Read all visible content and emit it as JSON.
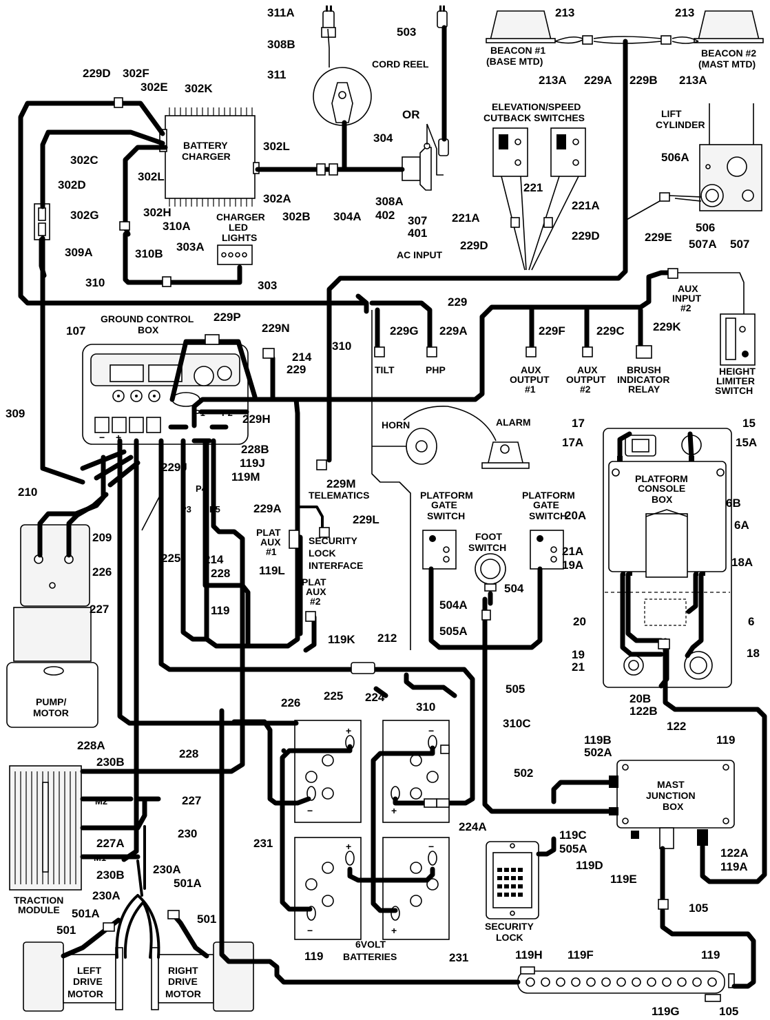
{
  "labels": {
    "l_311A": "311A",
    "l_503": "503",
    "l_308B": "308B",
    "l_311": "311",
    "l_cordreel": "CORD REEL",
    "l_or": "OR",
    "l_304": "304",
    "l_302A": "302A",
    "l_302B": "302B",
    "l_304A": "304A",
    "l_308A": "308A",
    "l_402": "402",
    "l_307": "307",
    "l_401": "401",
    "l_acinput": "AC INPUT",
    "l_213a": "213",
    "l_213b": "213",
    "l_beacon1": "BEACON #1",
    "l_beacon1b": "(BASE MTD)",
    "l_beacon2": "BEACON #2",
    "l_beacon2b": "(MAST MTD)",
    "l_213A_1": "213A",
    "l_229A_top": "229A",
    "l_229B": "229B",
    "l_213A_2": "213A",
    "l_elev1": "ELEVATION/SPEED",
    "l_elev2": "CUTBACK SWITCHES",
    "l_lift1": "LIFT",
    "l_lift2": "CYLINDER",
    "l_506A": "506A",
    "l_506": "506",
    "l_221": "221",
    "l_221A_l": "221A",
    "l_221A_r": "221A",
    "l_229D_l": "229D",
    "l_229D_r": "229D",
    "l_229E": "229E",
    "l_507A": "507A",
    "l_507": "507",
    "l_auxin1": "AUX",
    "l_auxin2": "INPUT",
    "l_auxin3": "#2",
    "l_229D_top": "229D",
    "l_302F": "302F",
    "l_302E": "302E",
    "l_302K": "302K",
    "l_302C": "302C",
    "l_302D": "302D",
    "l_302G": "302G",
    "l_302L_r": "302L",
    "l_302L_l": "302L",
    "l_batt1": "BATTERY",
    "l_batt2": "CHARGER",
    "l_309A": "309A",
    "l_302H": "302H",
    "l_310A": "310A",
    "l_310B": "310B",
    "l_303A": "303A",
    "l_310": "310",
    "l_303": "303",
    "l_chg1": "CHARGER",
    "l_chg2": "LED",
    "l_chg3": "LIGHTS",
    "l_229": "229",
    "l_107": "107",
    "l_gcb1": "GROUND CONTROL",
    "l_gcb2": "BOX",
    "l_229P": "229P",
    "l_229N": "229N",
    "l_214": "214",
    "l_229b": "229",
    "l_310b": "310",
    "l_229G": "229G",
    "l_229A": "229A",
    "l_tilt": "TILT",
    "l_php": "PHP",
    "l_229F": "229F",
    "l_229C": "229C",
    "l_229K": "229K",
    "l_aux1a": "AUX",
    "l_aux1b": "OUTPUT",
    "l_aux1c": "#1",
    "l_aux2a": "AUX",
    "l_aux2b": "OUTPUT",
    "l_aux2c": "#2",
    "l_brush1": "BRUSH",
    "l_brush2": "INDICATOR",
    "l_brush3": "RELAY",
    "l_hl1": "HEIGHT",
    "l_hl2": "LIMITER",
    "l_hl3": "SWITCH",
    "l_309": "309",
    "l_P1": "P1",
    "l_P2": "P2",
    "l_229H": "229H",
    "l_228B": "228B",
    "l_119J": "119J",
    "l_119M": "119M",
    "l_229J": "229J",
    "l_horn": "HORN",
    "l_alarm": "ALARM",
    "l_229M": "229M",
    "l_telematics": "TELEMATICS",
    "l_17": "17",
    "l_15": "15",
    "l_17A": "17A",
    "l_15A": "15A",
    "l_pcb1": "PLATFORM",
    "l_pcb2": "CONSOLE",
    "l_pcb3": "BOX",
    "l_6B": "6B",
    "l_20A": "20A",
    "l_6A": "6A",
    "l_21A": "21A",
    "l_19A": "19A",
    "l_18A": "18A",
    "l_20": "20",
    "l_6": "6",
    "l_19": "19",
    "l_21": "21",
    "l_18": "18",
    "l_20B": "20B",
    "l_122B": "122B",
    "l_122": "122",
    "l_210": "210",
    "l_209": "209",
    "l_226": "226",
    "l_225": "225",
    "l_227": "227",
    "l_pump1": "PUMP/",
    "l_pump2": "MOTOR",
    "l_P3": "P3",
    "l_P4": "P4",
    "l_P5": "P5",
    "l_214b": "214",
    "l_228": "228",
    "l_119": "119",
    "l_229A_b": "229A",
    "l_pa1a": "PLAT",
    "l_pa1b": "AUX",
    "l_pa1c": "#1",
    "l_119L": "119L",
    "l_229L": "229L",
    "l_sec1": "SECURITY",
    "l_sec2": "LOCK",
    "l_sec3": "INTERFACE",
    "l_pa2a": "PLAT",
    "l_pa2b": "AUX",
    "l_pa2c": "#2",
    "l_119K": "119K",
    "l_pg1a": "PLATFORM",
    "l_pg1b": "GATE",
    "l_pg1c": "SWITCH",
    "l_pg2a": "PLATFORM",
    "l_pg2b": "GATE",
    "l_pg2c": "SWITCH",
    "l_foot1": "FOOT",
    "l_foot2": "SWITCH",
    "l_504": "504",
    "l_504A": "504A",
    "l_505A": "505A",
    "l_505": "505",
    "l_212": "212",
    "l_225b": "225",
    "l_224": "224",
    "l_226b": "226",
    "l_310c": "310",
    "l_310C": "310C",
    "l_228A": "228A",
    "l_230B_t": "230B",
    "l_228c": "228",
    "l_227b": "227",
    "l_M2": "M2",
    "l_227A": "227A",
    "l_230": "230",
    "l_M1": "M1",
    "l_230B_b": "230B",
    "l_tm1": "TRACTION",
    "l_tm2": "MODULE",
    "l_230A_l": "230A",
    "l_501A_l": "501A",
    "l_230A_r": "230A",
    "l_501A_r": "501A",
    "l_501_l": "501",
    "l_501_r": "501",
    "l_ldm1": "LEFT",
    "l_ldm2": "DRIVE",
    "l_ldm3": "MOTOR",
    "l_rdm1": "RIGHT",
    "l_rdm2": "DRIVE",
    "l_rdm3": "MOTOR",
    "l_231_l": "231",
    "l_224A": "224A",
    "l_6v1": "6VOLT",
    "l_6v2": "BATTERIES",
    "l_231_b": "231",
    "l_119b": "119",
    "l_119B": "119B",
    "l_502A": "502A",
    "l_119c": "119",
    "l_502": "502",
    "l_mjb1": "MAST",
    "l_mjb2": "JUNCTION",
    "l_mjb3": "BOX",
    "l_119C": "119C",
    "l_505Ab": "505A",
    "l_119D": "119D",
    "l_119E": "119E",
    "l_122A": "122A",
    "l_119A": "119A",
    "l_sl1": "SECURITY",
    "l_sl2": "LOCK",
    "l_105a": "105",
    "l_119H": "119H",
    "l_119F": "119F",
    "l_119r": "119",
    "l_119G": "119G",
    "l_105b": "105"
  },
  "battery_polarity": {
    "plus": "+",
    "minus": "−"
  },
  "gcb_terminals": {
    "minus": "−",
    "plus": "+"
  }
}
